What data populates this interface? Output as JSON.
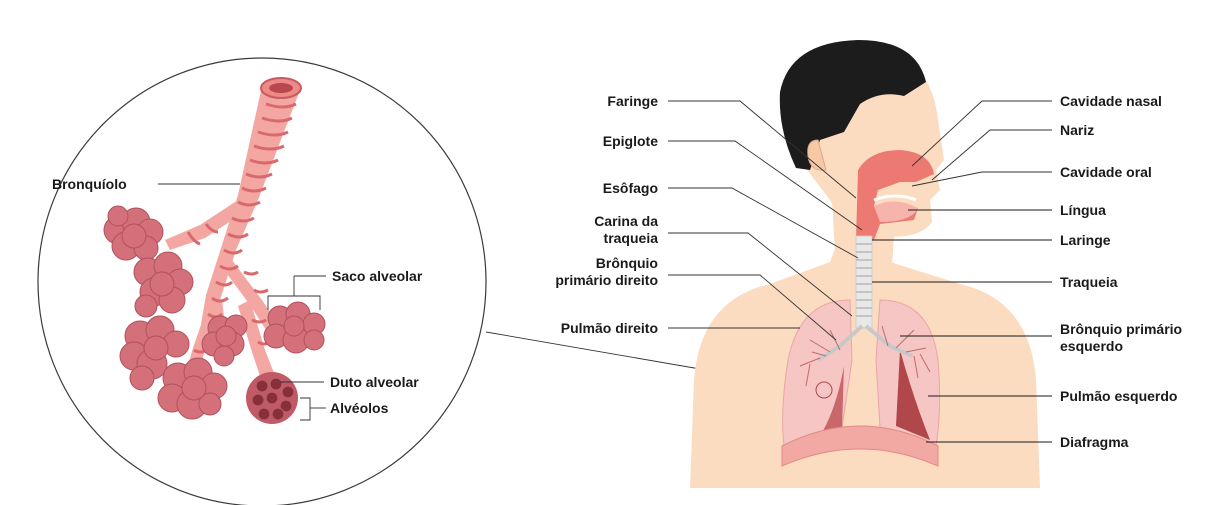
{
  "colors": {
    "skin": "#fcdcc0",
    "hair": "#1c1c1c",
    "airway": "#ec7a72",
    "airway_light": "#f6b4ac",
    "lung": "#f6c6c4",
    "lung_dark": "#b0474a",
    "alveoli": "#d26a72",
    "alveoli_dark": "#8a2f3a",
    "diaphragm": "#f2a9a4",
    "trachea": "#e8e8e8"
  },
  "inset": {
    "labels": {
      "bronquiolo": "Bronquíolo",
      "saco_alveolar": "Saco alveolar",
      "duto_alveolar": "Duto alveolar",
      "alveolos": "Alvéolos"
    }
  },
  "body_labels": {
    "left": {
      "faringe": "Faringe",
      "epiglote": "Epiglote",
      "esofago": "Esôfago",
      "carina_1": "Carina da",
      "carina_2": "traqueia",
      "bronquio_dir_1": "Brônquio",
      "bronquio_dir_2": "primário direito",
      "pulmao_direito": "Pulmão direito"
    },
    "right": {
      "cavidade_nasal": "Cavidade nasal",
      "nariz": "Nariz",
      "cavidade_oral": "Cavidade oral",
      "lingua": "Língua",
      "laringe": "Laringe",
      "traqueia": "Traqueia",
      "bronquio_esq_1": "Brônquio primário",
      "bronquio_esq_2": "esquerdo",
      "pulmao_esquerdo": "Pulmão esquerdo",
      "diafragma": "Diafragma"
    }
  }
}
